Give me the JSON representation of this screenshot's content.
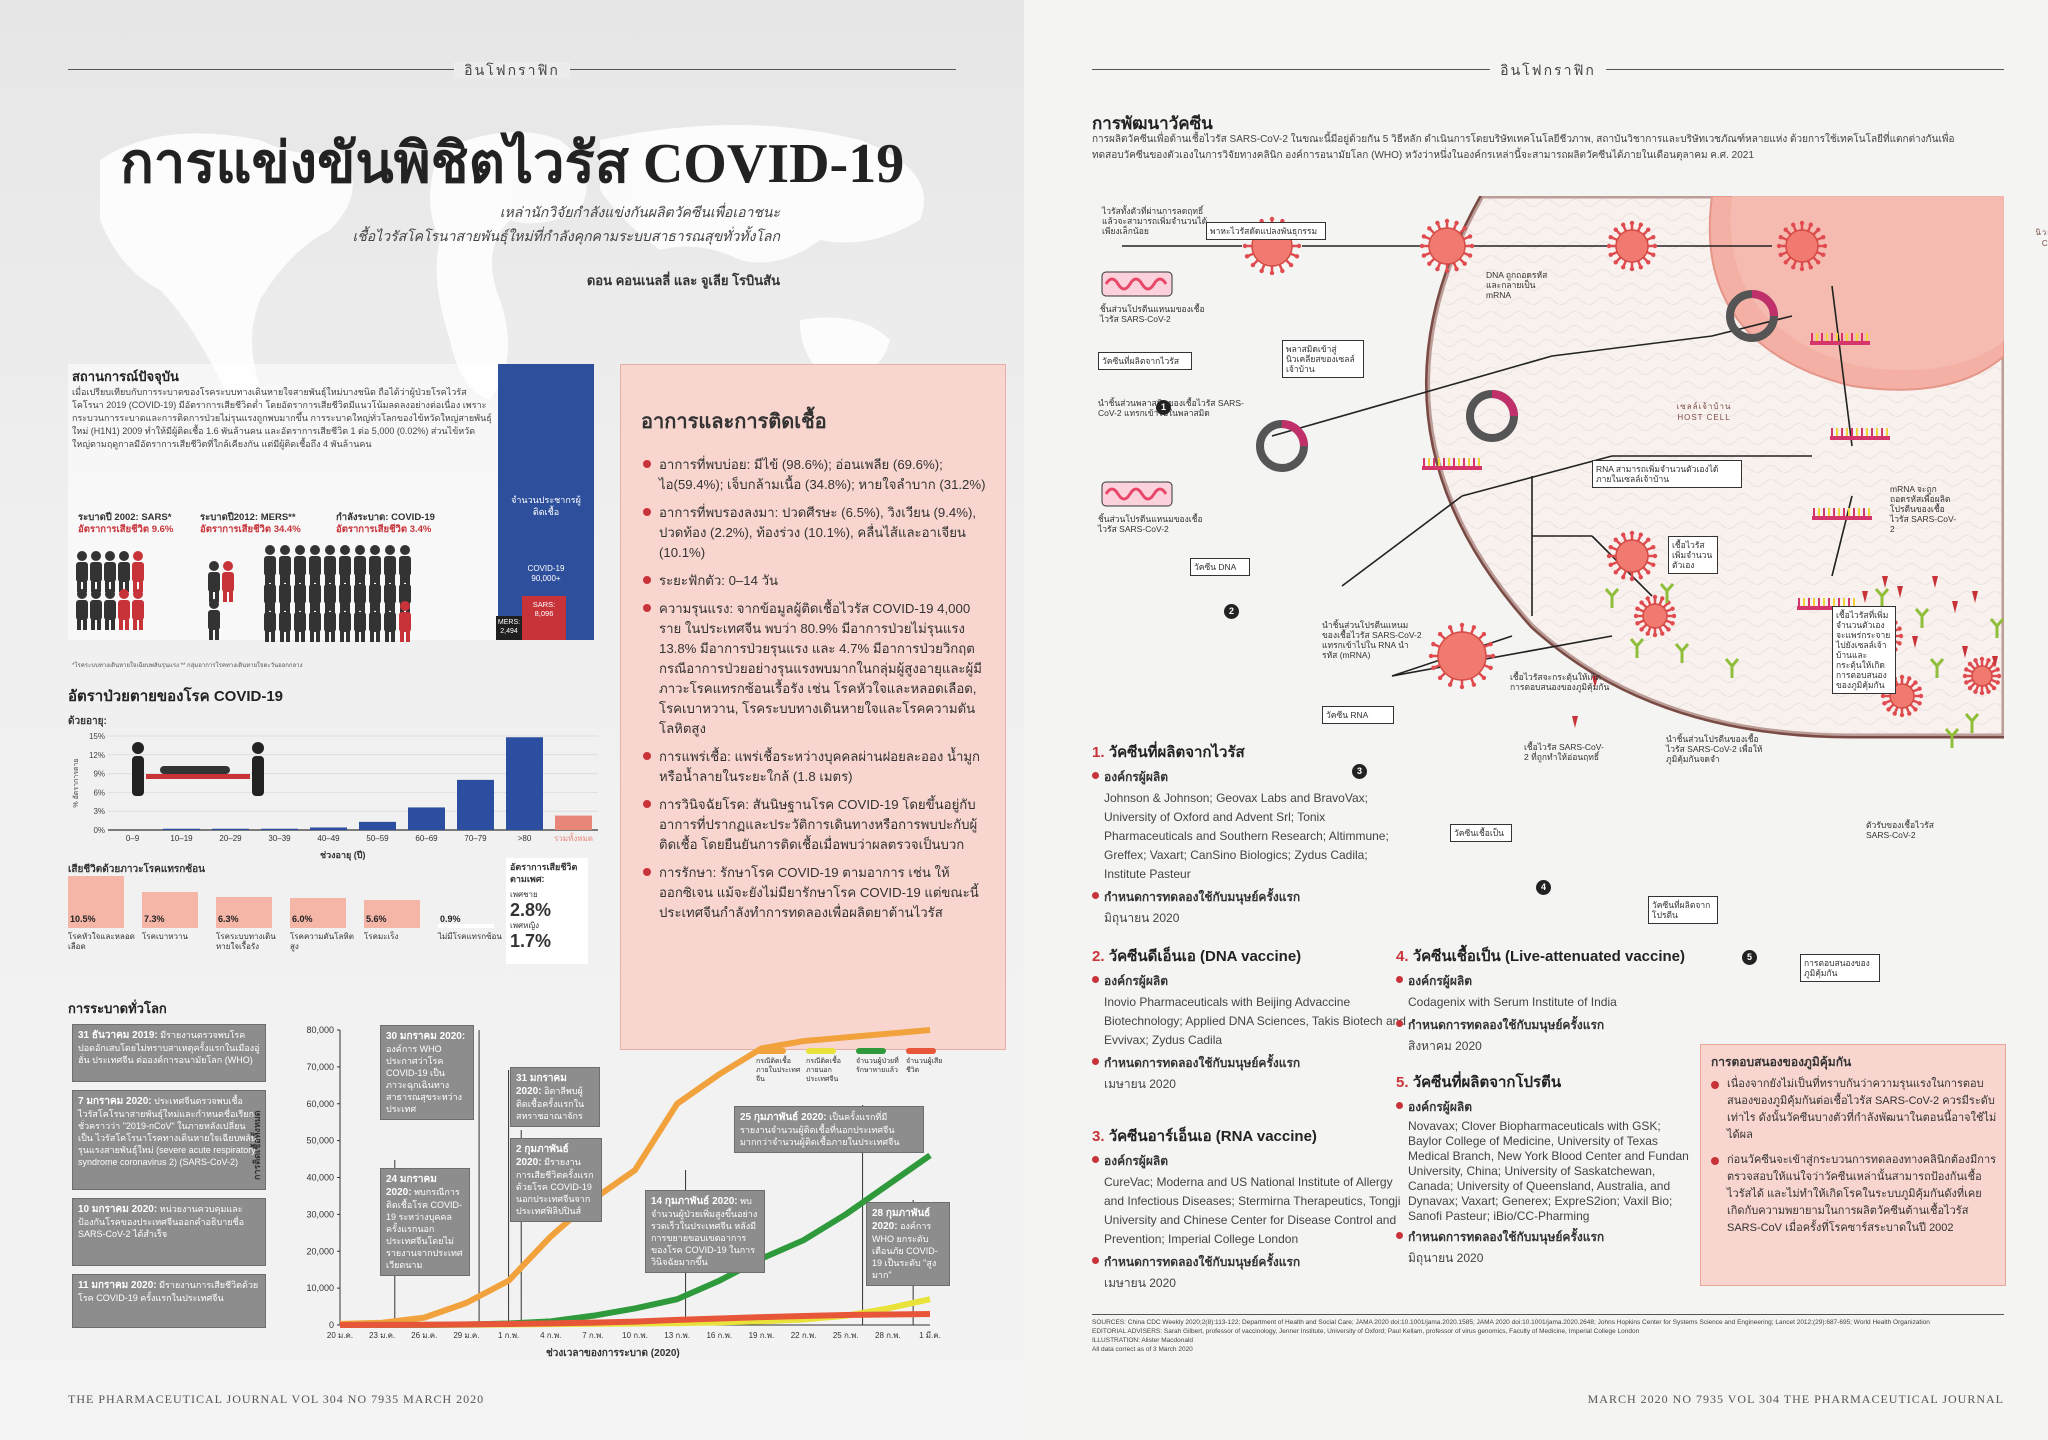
{
  "header_label": "อินโฟกราฟิก",
  "title": "การแข่งขันพิชิตไวรัส COVID-19",
  "subtitle": [
    "เหล่านักวิจัยกำลังแข่งกันผลิตวัคซีนเพื่อเอาชนะ",
    "เชื้อไวรัสโคโรนาสายพันธุ์ใหม่ที่กำลังคุกคามระบบสาธารณสุขทั่วทั้งโลก"
  ],
  "byline": "ดอน คอนเนลลี่ และ จูเลีย โรบินสัน",
  "situation": {
    "heading": "สถานการณ์ปัจจุบัน",
    "body": "เมื่อเปรียบเทียบกับการระบาดของโรคระบบทางเดินหายใจสายพันธุ์ใหม่บางชนิด ถือได้ว่าผู้ป่วยโรคไวรัสโคโรนา 2019 (COVID-19) มีอัตราการเสียชีวิตต่ำ โดยอัตราการเสียชีวิตมีแนวโน้มลดลงอย่างต่อเนื่อง เพราะกระบวนการระบาดและการติดการป่วยไม่รุนแรงถูกพบมากขึ้น การระบาดใหญ่ทั่วโลกของไข้หวัดใหญ่สายพันธุ์ใหม่ (H1N1) 2009 ทำให้มีผู้ติดเชื้อ 1.6 พันล้านคน และอัตราการเสียชีวิต 1 ต่อ 5,000 (0.02%) ส่วนไข้หวัดใหญ่ตามฤดูกาลมีอัตราการเสียชีวิตที่ใกล้เคียงกัน แต่มีผู้ติดเชื้อถึง 4 พันล้านคน",
    "groups": [
      {
        "label": "ระบาดปี 2002: SARS*",
        "rate": "อัตราการเสียชีวิต 9.6%"
      },
      {
        "label": "ระบาดปี2012: MERS**",
        "rate": "อัตราการเสียชีวิต 34.4%"
      },
      {
        "label": "กำลังระบาด: COVID-19",
        "rate": "อัตราการเสียชีวิต 3.4%"
      }
    ],
    "bar_title": "จำนวนประชากรผู้ติดเชื้อ",
    "bars": [
      {
        "name": "COVID-19",
        "value": "90,000+"
      },
      {
        "name": "SARS:",
        "value": "8,096"
      },
      {
        "name": "MERS:",
        "value": "2,494"
      }
    ],
    "footnote": "*โรคระบบทางเดินหายใจเฉียบพลันรุนแรง    ** กลุ่มอาการโรคทางเดินหายใจตะวันออกกลาง"
  },
  "mortality": {
    "heading": "อัตราป่วยตายของโรค COVID-19",
    "age_label": "ด้วยอายุ:",
    "ylabel": "% อัตราการตาย",
    "xlabel": "ช่วงอายุ (ปี)",
    "total_label": "รวมทั้งหมด",
    "comorbid_heading": "เสียชีวิตด้วยภาวะโรคแทรกซ้อน",
    "comorbid": [
      {
        "value": "10.5%",
        "label": "โรคหัวใจและหลอดเลือด"
      },
      {
        "value": "7.3%",
        "label": "โรคเบาหวาน"
      },
      {
        "value": "6.3%",
        "label": "โรคระบบทางเดินหายใจเรื้อรัง"
      },
      {
        "value": "6.0%",
        "label": "โรคความดันโลหิตสูง"
      },
      {
        "value": "5.6%",
        "label": "โรคมะเร็ง"
      },
      {
        "value": "0.9%",
        "label": "ไม่มีโรคแทรกซ้อน"
      }
    ],
    "sex_heading": "อัตราการเสียชีวิตตามเพศ:",
    "male_label": "เพศชาย",
    "male_value": "2.8%",
    "female_label": "เพศหญิง",
    "female_value": "1.7%"
  },
  "symptoms": {
    "heading": "อาการและการติดเชื้อ",
    "items": [
      "อาการที่พบบ่อย: มีไข้ (98.6%); อ่อนเพลีย (69.6%); ไอ(59.4%); เจ็บกล้ามเนื้อ (34.8%); หายใจลำบาก (31.2%)",
      "อาการที่พบรองลงมา: ปวดศีรษะ (6.5%), วิงเวียน (9.4%), ปวดท้อง (2.2%), ท้องร่วง (10.1%), คลื่นไส้และอาเจียน (10.1%)",
      "ระยะฟักตัว: 0–14 วัน",
      "ความรุนแรง: จากข้อมูลผู้ติดเชื้อไวรัส COVID-19 4,000 ราย ในประเทศจีน พบว่า 80.9% มีอาการป่วยไม่รุนแรง 13.8% มีอาการป่วยรุนแรง และ 4.7% มีอาการป่วยวิกฤต กรณีอาการป่วยอย่างรุนแรงพบมากในกลุ่มผู้สูงอายุและผู้มีภาวะโรคแทรกซ้อนเรื้อรัง เช่น โรคหัวใจและหลอดเลือด, โรคเบาหวาน, โรคระบบทางเดินหายใจและโรคความดันโลหิตสูง",
      "การแพร่เชื้อ: แพร่เชื้อระหว่างบุคคลผ่านฝอยละออง น้ำมูกหรือน้ำลายในระยะใกล้ (1.8 เมตร)",
      "การวินิจฉัยโรค: สันนิษฐานโรค COVID-19 โดยขึ้นอยู่กับอาการที่ปรากฏและประวัติการเดินทางหรือการพบปะกับผู้ติดเชื้อ โดยยืนยันการติดเชื้อเมื่อพบว่าผลตรวจเป็นบวก",
      "การรักษา: รักษาโรค COVID-19 ตามอาการ เช่น ให้ออกซิเจน แม้จะยังไม่มียารักษาโรค COVID-19 แต่ขณะนี้ประเทศจีนกำลังทำการทดลองเพื่อผลิตยาต้านไวรัส"
    ]
  },
  "timeline": {
    "heading": "การระบาดทั่วโลก",
    "events": [
      {
        "date": "31 ธันวาคม 2019:",
        "text": "มีรายงานตรวจพบโรคปอดอักเสบโดยไม่ทราบสาเหตุครั้งแรกในเมืองอู่ฮั่น ประเทศจีน ต่อองค์การอนามัยโลก (WHO)"
      },
      {
        "date": "7 มกราคม 2020:",
        "text": "ประเทศจีนตรวจพบเชื้อไวรัสโคโรนาสายพันธุ์ใหม่และกำหนดชื่อเรียกชั่วคราวว่า \"2019-nCoV\" ในภายหลังเปลี่ยนเป็น ไวรัสโคโรนาโรคทางเดินหายใจเฉียบพลันรุนแรงสายพันธุ์ใหม่ (severe acute respiratory syndrome coronavirus 2) (SARS-CoV-2)"
      },
      {
        "date": "10 มกราคม 2020:",
        "text": "หน่วยงานควบคุมและป้องกันโรคของประเทศจีนออกคำอธิบายชื่อ SARS-CoV-2 ได้สำเร็จ"
      },
      {
        "date": "11 มกราคม 2020:",
        "text": "มีรายงานการเสียชีวิตด้วยโรค COVID-19 ครั้งแรกในประเทศจีน"
      }
    ]
  },
  "chart_callouts": [
    {
      "date": "30 มกราคม 2020:",
      "text": "องค์การ WHO ประกาศว่าโรค COVID-19 เป็นภาวะฉุกเฉินทางสาธารณสุขระหว่างประเทศ"
    },
    {
      "date": "31 มกราคม 2020:",
      "text": "อิตาลีพบผู้ติดเชื้อครั้งแรกในสหราชอาณาจักร"
    },
    {
      "date": "24 มกราคม 2020:",
      "text": "พบกรณีการติดเชื้อโรค COVID-19 ระหว่างบุคคลครั้งแรกนอกประเทศจีนโดยไม่รายงานจากประเทศเวียดนาม"
    },
    {
      "date": "2 กุมภาพันธ์ 2020:",
      "text": "มีรายงานการเสียชีวิตครั้งแรกด้วยโรค COVID-19 นอกประเทศจีนจากประเทศฟิลิปปินส์"
    },
    {
      "date": "14 กุมภาพันธ์ 2020:",
      "text": "พบจำนวนผู้ป่วยเพิ่มสูงขึ้นอย่างรวดเร็วในประเทศจีน หลังมีการขยายขอบเขตอาการของโรค COVID-19 ในการวินิจฉัยมากขึ้น"
    },
    {
      "date": "25 กุมภาพันธ์ 2020:",
      "text": "เป็นครั้งแรกที่มีรายงานจำนวนผู้ติดเชื้อที่นอกประเทศจีนมากกว่าจำนวนผู้ติดเชื้อภายในประเทศจีน"
    },
    {
      "date": "28 กุมภาพันธ์ 2020:",
      "text": "องค์การ WHO ยกระดับเตือนภัย COVID-19 เป็นระดับ \"สูงมาก\""
    }
  ],
  "chart_data": [
    {
      "type": "bar",
      "title": "อัตราป่วยตายของโรค COVID-19",
      "xlabel": "ช่วงอายุ (ปี)",
      "ylabel": "% อัตราการตาย",
      "categories": [
        "0–9",
        "10–19",
        "20–29",
        "30–39",
        "40–49",
        "50–59",
        "60–69",
        "70–79",
        ">80",
        "รวมทั้งหมด"
      ],
      "values": [
        0,
        0.2,
        0.2,
        0.2,
        0.4,
        1.3,
        3.6,
        8.0,
        14.8,
        2.3
      ],
      "ylim": [
        0,
        15
      ],
      "yticks": [
        "0%",
        "3%",
        "6%",
        "9%",
        "12%",
        "15%"
      ],
      "colors": [
        "#2b4ea0",
        "#2b4ea0",
        "#2b4ea0",
        "#2b4ea0",
        "#2b4ea0",
        "#2b4ea0",
        "#2b4ea0",
        "#2b4ea0",
        "#2b4ea0",
        "#e8867a"
      ]
    },
    {
      "type": "line",
      "xlabel": "ช่วงเวลาของการระบาด (2020)",
      "ylabel": "การติดเชื้อทั้งหมด",
      "x": [
        "20 ม.ค.",
        "23 ม.ค.",
        "26 ม.ค.",
        "29 ม.ค.",
        "1 ก.พ.",
        "4 ก.พ.",
        "7 ก.พ.",
        "10 ก.พ.",
        "13 ก.พ.",
        "16 ก.พ.",
        "19 ก.พ.",
        "22 ก.พ.",
        "25 ก.พ.",
        "28 ก.พ.",
        "1 มี.ค."
      ],
      "ylim": [
        0,
        80000
      ],
      "yticks": [
        "0",
        "10,000",
        "20,000",
        "30,000",
        "40,000",
        "50,000",
        "60,000",
        "70,000",
        "80,000"
      ],
      "series": [
        {
          "name": "กรณีติดเชื้อภายในประเทศจีน",
          "color": "#f2a23c",
          "values": [
            300,
            600,
            2000,
            6000,
            12000,
            24000,
            34000,
            42000,
            60000,
            68000,
            75000,
            77000,
            78000,
            79000,
            80000
          ]
        },
        {
          "name": "กรณีติดเชื้อภายนอกประเทศจีน",
          "color": "#e8e23a",
          "values": [
            0,
            10,
            30,
            70,
            150,
            250,
            300,
            400,
            500,
            700,
            1000,
            1500,
            2500,
            4500,
            7000
          ]
        },
        {
          "name": "จำนวนผู้ป่วยที่รักษาหายแล้ว",
          "color": "#2f9a3c",
          "values": [
            0,
            30,
            50,
            150,
            400,
            1000,
            2500,
            4500,
            7000,
            12000,
            18000,
            23000,
            30000,
            38000,
            46000
          ]
        },
        {
          "name": "จำนวนผู้เสียชีวิต",
          "color": "#e8563a",
          "values": [
            10,
            20,
            60,
            170,
            260,
            430,
            640,
            910,
            1380,
            1770,
            2130,
            2440,
            2700,
            2860,
            2990
          ]
        }
      ]
    }
  ],
  "vaccine": {
    "heading": "การพัฒนาวัคซีน",
    "intro": "การผลิตวัคซีนเพื่อต้านเชื้อไวรัส SARS-CoV-2 ในขณะนี้มีอยู่ด้วยกัน 5 วิธีหลัก ดำเนินการโดยบริษัทเทคโนโลยีชีวภาพ, สถาบันวิชาการและบริษัทเวชภัณฑ์หลายแห่ง ด้วยการใช้เทคโนโลยีที่แตกต่างกันเพื่อทดสอบวัคซีนของตัวเองในการวิจัยทางคลินิก องค์การอนามัยโลก (WHO) หวังว่าหนึ่งในองค์กรเหล่านี้จะสามารถผลิตวัคซีนได้ภายในเดือนตุลาคม ค.ศ. 2021",
    "cell_nucleus_th": "นิวเคลียสของเซลล์",
    "cell_nucleus_en": "CELL NUCLEUS",
    "host_cell_th": "เซลล์เจ้าบ้าน",
    "host_cell_en": "HOST CELL",
    "diagram_labels": [
      "ไวรัสทั้งตัวที่ผ่านการลดฤทธิ์แล้วจะสามารถเพิ่มจำนวนได้เพียงเล็กน้อย",
      "ชิ้นส่วนโปรตีนแหนมของเชื้อไวรัส SARS-CoV-2",
      "วัคซีนที่ผลิตจากไวรัส",
      "พาหะไวรัสดัดแปลงพันธุกรรม",
      "DNA ถูกถอดรหัสและกลายเป็น mRNA",
      "พลาสมิดเข้าสู่นิวเคลียสของเซลล์เจ้าบ้าน",
      "นำชิ้นส่วนพลาสมิดของเชื้อไวรัส SARS-CoV-2 แทรกเข้าไปในพลาสมิด",
      "ชิ้นส่วนโปรตีนแหนมของเชื้อไวรัส SARS-CoV-2",
      "วัคซีน DNA",
      "RNA สามารถเพิ่มจำนวนตัวเองได้ภายในเซลล์เจ้าบ้าน",
      "mRNA จะถูกถอดรหัสเพื่อผลิตโปรตีนของเชื้อไวรัส SARS-CoV-2",
      "เชื้อไวรัสเพิ่มจำนวนตัวเอง",
      "นำชิ้นส่วนโปรตีนแหนมของเชื้อไวรัส SARS-CoV-2 แทรกเข้าไปใน RNA นำรหัส (mRNA)",
      "วัคซีน RNA",
      "เชื้อไวรัสจะกระตุ้นให้เกิดการตอบสนองของภูมิคุ้มกัน",
      "เชื้อไวรัสที่เพิ่มจำนวนตัวเองจะแพร่กระจายไปยังเซลล์เจ้าบ้านและกระตุ้นให้เกิดการตอบสนองของภูมิคุ้มกัน",
      "เชื้อไวรัส SARS-CoV-2 ที่ถูกทำให้อ่อนฤทธิ์",
      "วัคซีนเชื้อเป็น",
      "นำชิ้นส่วนโปรตีนของเชื้อไวรัส SARS-CoV-2 เพื่อให้ภูมิคุ้มกันจดจำ",
      "วัคซีนที่ผลิตจากโปรตีน",
      "ตัวรับของเชื้อไวรัส SARS-CoV-2",
      "การตอบสนองของภูมิคุ้มกัน"
    ],
    "types": [
      {
        "num": "1.",
        "title": "วัคซีนที่ผลิตจากไวรัส",
        "org_label": "องค์กรผู้ผลิต",
        "orgs": "Johnson & Johnson; Geovax Labs and BravoVax; University of Oxford and Advent Srl; Tonix Pharmaceuticals and Southern Research; Altimmune; Greffex; Vaxart; CanSino Biologics; Zydus Cadila; Institute Pasteur",
        "trial_label": "กำหนดการทดลองใช้กับมนุษย์ครั้งแรก",
        "trial": "มิถุนายน 2020"
      },
      {
        "num": "2.",
        "title": "วัคซีนดีเอ็นเอ (DNA vaccine)",
        "org_label": "องค์กรผู้ผลิต",
        "orgs": "Inovio Pharmaceuticals with Beijing Advaccine Biotechnology; Applied DNA Sciences, Takis Biotech and Evvivax; Zydus Cadila",
        "trial_label": "กำหนดการทดลองใช้กับมนุษย์ครั้งแรก",
        "trial": "เมษายน 2020"
      },
      {
        "num": "3.",
        "title": "วัคซีนอาร์เอ็นเอ (RNA vaccine)",
        "org_label": "องค์กรผู้ผลิต",
        "orgs": "CureVac; Moderna and US National Institute of Allergy and Infectious Diseases; Stermirna Therapeutics, Tongji University and Chinese Center for Disease Control and Prevention; Imperial College London",
        "trial_label": "กำหนดการทดลองใช้กับมนุษย์ครั้งแรก",
        "trial": "เมษายน 2020"
      },
      {
        "num": "4.",
        "title": "วัคซีนเชื้อเป็น (Live-attenuated vaccine)",
        "org_label": "องค์กรผู้ผลิต",
        "orgs": "Codagenix with Serum Institute of India",
        "trial_label": "กำหนดการทดลองใช้กับมนุษย์ครั้งแรก",
        "trial": "สิงหาคม 2020"
      },
      {
        "num": "5.",
        "title": "วัคซีนที่ผลิตจากโปรตีน",
        "org_label": "องค์กรผู้ผลิต",
        "orgs": "Novavax; Clover Biopharmaceuticals with GSK; Baylor College of Medicine, University of Texas Medical Branch, New York Blood Center and Fundan University, China; University of Saskatchewan, Canada; University of Queensland, Australia, and Dynavax; Vaxart; Generex; ExpreS2ion; Vaxil Bio; Sanofi Pasteur; iBio/CC-Pharming",
        "trial_label": "กำหนดการทดลองใช้กับมนุษย์ครั้งแรก",
        "trial": "มิถุนายน 2020"
      }
    ],
    "immune": {
      "heading": "การตอบสนองของภูมิคุ้มกัน",
      "items": [
        "เนื่องจากยังไม่เป็นที่ทราบกันว่าความรุนแรงในการตอบสนองของภูมิคุ้มกันต่อเชื้อไวรัส SARS-CoV-2 ควรมีระดับเท่าไร ดังนั้นวัคซีนบางตัวที่กำลังพัฒนาในตอนนี้อาจใช้ไม่ได้ผล",
        "ก่อนวัคซีนจะเข้าสู่กระบวนการทดลองทางคลินิกต้องมีการตรวจสอบให้แน่ใจว่าวัคซีนเหล่านั้นสามารถป้องกันเชื้อไวรัสได้ และไม่ทำให้เกิดโรคในระบบภูมิคุ้มกันดังที่เคยเกิดกับความพยายามในการผลิตวัคซีนต้านเชื้อไวรัส SARS-CoV เมื่อครั้งที่โรคซาร์สระบาดในปี 2002"
      ]
    }
  },
  "sources": {
    "line1": "SOURCES: China CDC Weekly 2020;2(8):113-122; Department of Health and Social Care; JAMA 2020 doi:10.1001/jama.2020.1585; JAMA 2020 doi:10.1001/jama.2020.2648; Johns Hopkins Center for Systems Science and Engineering; Lancet 2012;(29):687-695; World Health Organization",
    "line2": "EDITORIAL ADVISERS: Sarah Gilbert, professor of vaccinology, Jenner Institute, University of Oxford; Paul Kellam, professor of virus genomics, Faculty of Medicine, Imperial College London",
    "line3": "ILLUSTRATION: Alister Macdonald",
    "line4": "All data correct as of 3 March 2020"
  },
  "footer_left": "THE PHARMACEUTICAL JOURNAL   VOL 304   NO 7935   MARCH 2020",
  "footer_right": "MARCH 2020   NO 7935   VOL 304   THE PHARMACEUTICAL JOURNAL",
  "colors": {
    "red": "#c8333a",
    "salmon": "#f8d6cf",
    "blue": "#2b4ea0",
    "grey": "#8d8d8d"
  }
}
